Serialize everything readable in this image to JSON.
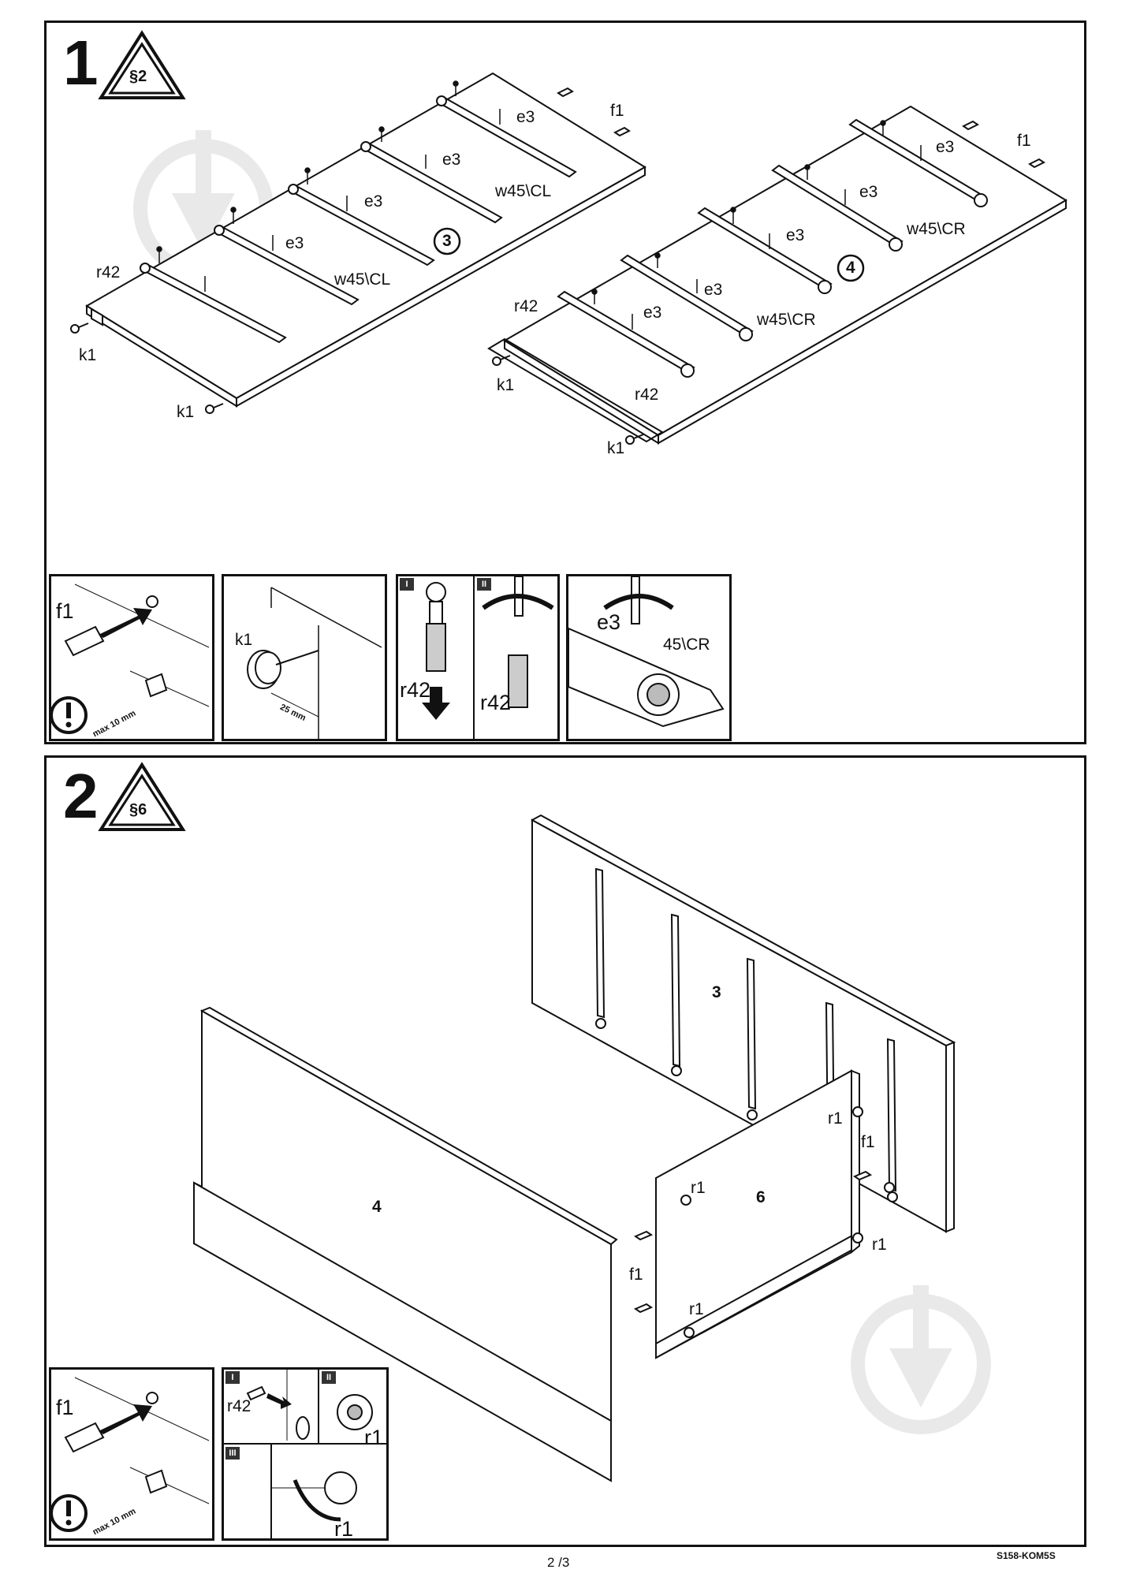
{
  "steps": [
    {
      "number": "1",
      "warning": "§2"
    },
    {
      "number": "2",
      "warning": "§6"
    }
  ],
  "labels": {
    "f1": "f1",
    "k1": "k1",
    "e3": "e3",
    "r42": "r42",
    "r1": "r1",
    "w45_cl": "w45\\CL",
    "w45_cr": "w45\\CR",
    "cr45": "45\\CR",
    "part3": "3",
    "part4": "4",
    "part6": "6",
    "max10": "max 10 mm",
    "mm25": "25 mm",
    "roman1": "I",
    "roman2": "II",
    "roman3": "III"
  },
  "footer": {
    "page": "2 /3",
    "code": "S158-KOM5S"
  },
  "icons": {
    "warning": "triangle-warning-icon",
    "caution": "exclamation-circle-icon"
  }
}
